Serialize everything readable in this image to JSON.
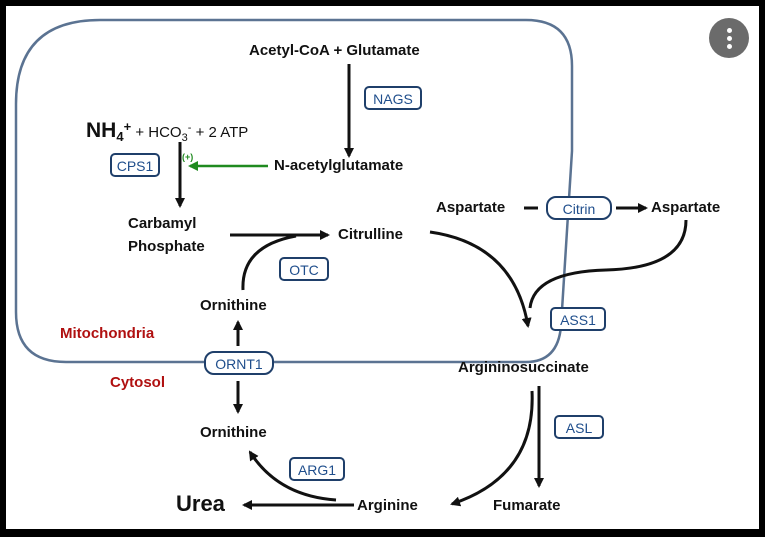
{
  "diagram": {
    "compartments": {
      "mitochondria": "Mitochondria",
      "cytosol": "Cytosol"
    },
    "metabolites": {
      "acetyl_glutamate": "Acetyl-CoA + Glutamate",
      "nh4": "NH",
      "nh4_sub": "4",
      "nh4_sup": "+",
      "hco3_prefix": "+ HCO",
      "hco3_sub": "3",
      "hco3_sup": "-",
      "atp": "+ 2 ATP",
      "n_acetylglutamate": "N-acetylglutamate",
      "carbamyl_line1": "Carbamyl",
      "carbamyl_line2": "Phosphate",
      "citrulline": "Citrulline",
      "aspartate_in": "Aspartate",
      "aspartate_out": "Aspartate",
      "ornithine_mito": "Ornithine",
      "ornithine_cyto": "Ornithine",
      "argininosuccinate": "Argininosuccinate",
      "arginine": "Arginine",
      "fumarate": "Fumarate",
      "urea": "Urea"
    },
    "enzymes": {
      "nags": "NAGS",
      "cps1": "CPS1",
      "otc": "OTC",
      "citrin": "Citrin",
      "ass1": "ASS1",
      "ornt1": "ORNT1",
      "asl": "ASL",
      "arg1": "ARG1"
    },
    "activation_mark": "(+)",
    "colors": {
      "membrane": "#5b7392",
      "enzyme_text": "#1f4e8c",
      "activation": "#1f8a1f",
      "compartment_label": "#b01010"
    }
  },
  "viewer": {
    "menu_icon": "vertical-dots-icon"
  }
}
